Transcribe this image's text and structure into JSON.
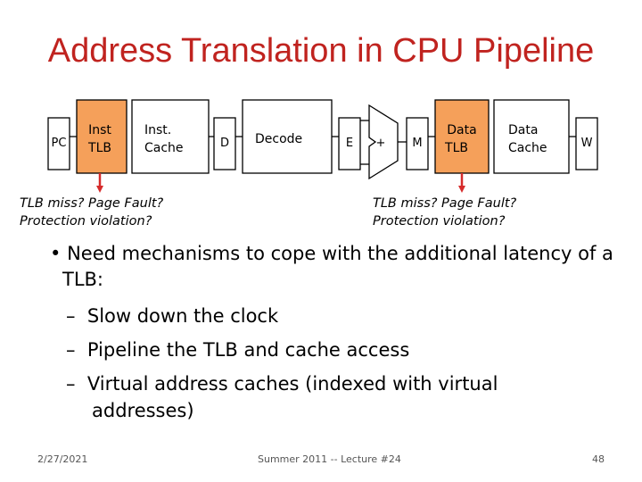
{
  "slide": {
    "title": "Address Translation in CPU Pipeline"
  },
  "pipeline": {
    "pc": "PC",
    "inst_tlb": [
      "Inst",
      "TLB"
    ],
    "inst_cache": [
      "Inst.",
      "Cache"
    ],
    "d": "D",
    "decode": "Decode",
    "e": "E",
    "alu": "+",
    "m": "M",
    "data_tlb": [
      "Data",
      "TLB"
    ],
    "data_cache": [
      "Data",
      "Cache"
    ],
    "w": "W"
  },
  "colors": {
    "title": "#c0231f",
    "tlb_fill": "#f5a05a",
    "arrow": "#d62b2b"
  },
  "miss_left": [
    "TLB miss? Page Fault?",
    "Protection violation?"
  ],
  "miss_right": [
    "TLB miss? Page Fault?",
    "Protection violation?"
  ],
  "bullets": {
    "main_line1": "Need mechanisms to cope with the additional latency of a",
    "main_line2": "TLB:",
    "sub": [
      "Slow down the clock",
      "Pipeline the TLB and cache access",
      "Virtual address caches (indexed with virtual"
    ],
    "sub3_cont": "addresses)"
  },
  "footer": {
    "date": "2/27/2021",
    "center": "Summer 2011 -- Lecture #24",
    "page": "48"
  }
}
